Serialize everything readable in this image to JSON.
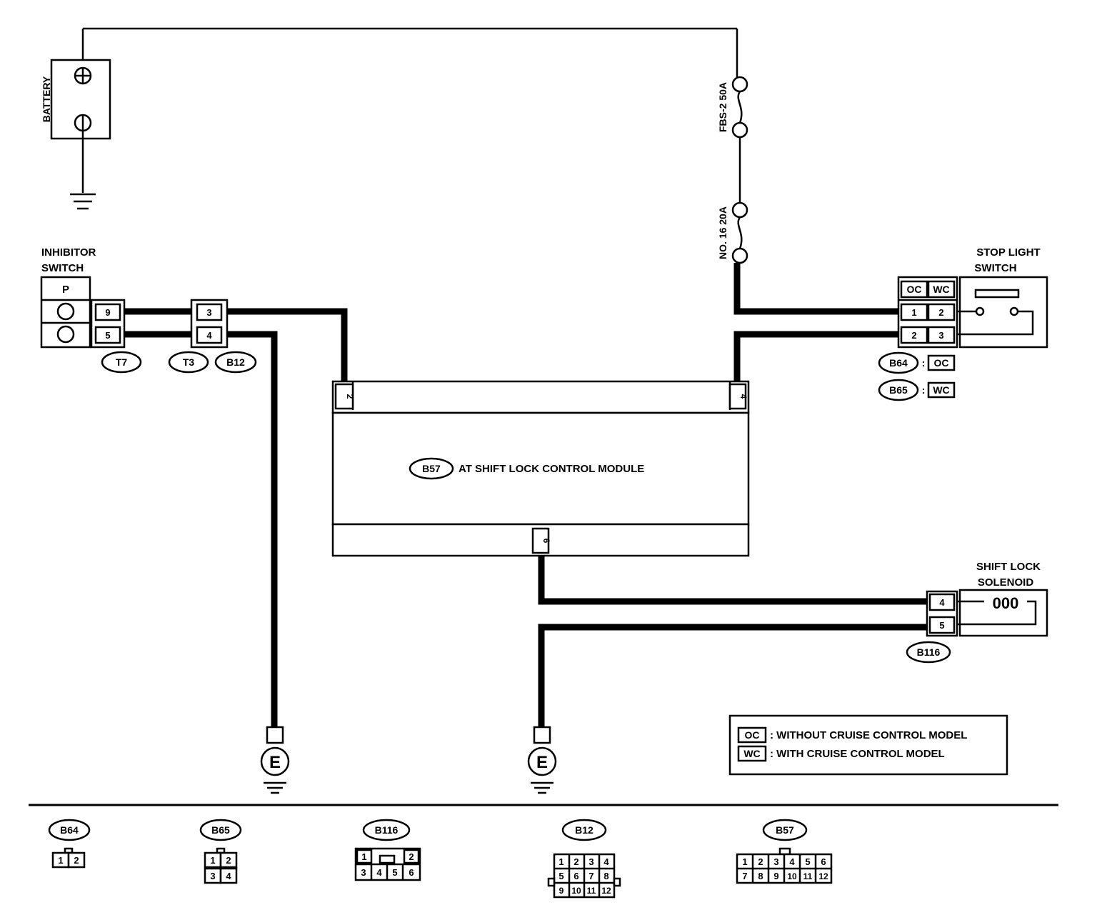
{
  "battery": {
    "label": "BATTERY"
  },
  "fuses": {
    "main": "FBS-2 50A",
    "sub": "NO. 16 20A"
  },
  "inhibitor_switch": {
    "title_line1": "INHIBITOR",
    "title_line2": "SWITCH",
    "position_label": "P",
    "pins": [
      "9",
      "5"
    ],
    "connector": "T7"
  },
  "junction": {
    "pins": [
      "3",
      "4"
    ],
    "connectors": [
      "T3",
      "B12"
    ]
  },
  "module": {
    "connector": "B57",
    "title": "AT SHIFT LOCK CONTROL MODULE",
    "pin_left": "2",
    "pin_right": "4",
    "pin_bottom": "6"
  },
  "stop_light_switch": {
    "title_line1": "STOP LIGHT",
    "title_line2": "SWITCH",
    "header": [
      "OC",
      "WC"
    ],
    "rows": [
      [
        "1",
        "2"
      ],
      [
        "2",
        "3"
      ]
    ],
    "variants": [
      {
        "connector": "B64",
        "code": "OC"
      },
      {
        "connector": "B65",
        "code": "WC"
      }
    ]
  },
  "shift_lock_solenoid": {
    "title_line1": "SHIFT LOCK",
    "title_line2": "SOLENOID",
    "coil": "000",
    "pins": [
      "4",
      "5"
    ],
    "connector": "B116"
  },
  "ground": {
    "symbol": "E"
  },
  "legend": {
    "items": [
      {
        "code": "OC",
        "text": ": WITHOUT CRUISE CONTROL MODEL"
      },
      {
        "code": "WC",
        "text": ": WITH CRUISE CONTROL MODEL"
      }
    ]
  },
  "connector_views": {
    "b64": {
      "id": "B64",
      "pins": [
        "1",
        "2"
      ]
    },
    "b65": {
      "id": "B65",
      "pins": [
        "1",
        "2",
        "3",
        "4"
      ]
    },
    "b116": {
      "id": "B116",
      "pins": [
        "1",
        "2",
        "3",
        "4",
        "5",
        "6"
      ]
    },
    "b12": {
      "id": "B12",
      "pins": [
        "1",
        "2",
        "3",
        "4",
        "5",
        "6",
        "7",
        "8",
        "9",
        "10",
        "11",
        "12"
      ]
    },
    "b57": {
      "id": "B57",
      "pins": [
        "1",
        "2",
        "3",
        "4",
        "5",
        "6",
        "7",
        "8",
        "9",
        "10",
        "11",
        "12"
      ]
    }
  }
}
